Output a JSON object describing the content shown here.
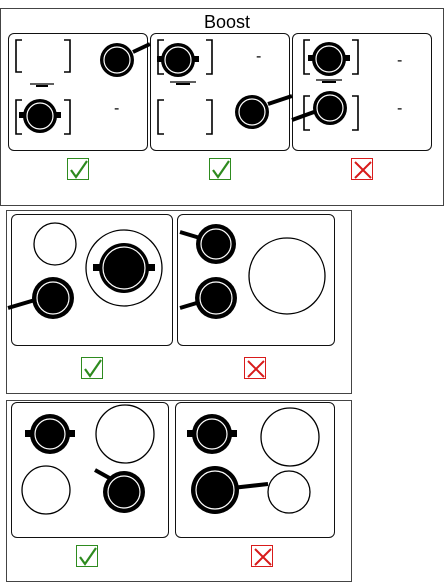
{
  "header": {
    "title": "Boost"
  },
  "colors": {
    "ok": "#2e8b1f",
    "bad": "#d81b1b",
    "ink": "#000000"
  },
  "rows": [
    {
      "hobs": [
        {
          "verdict": "ok",
          "icon": "check-icon"
        },
        {
          "verdict": "ok",
          "icon": "check-icon"
        },
        {
          "verdict": "bad",
          "icon": "cross-icon"
        }
      ],
      "labels": [
        "-",
        "-",
        "-",
        "-",
        "-"
      ]
    },
    {
      "hobs": [
        {
          "verdict": "ok",
          "icon": "check-icon"
        },
        {
          "verdict": "bad",
          "icon": "cross-icon"
        }
      ]
    },
    {
      "hobs": [
        {
          "verdict": "ok",
          "icon": "check-icon"
        },
        {
          "verdict": "bad",
          "icon": "cross-icon"
        }
      ]
    }
  ]
}
